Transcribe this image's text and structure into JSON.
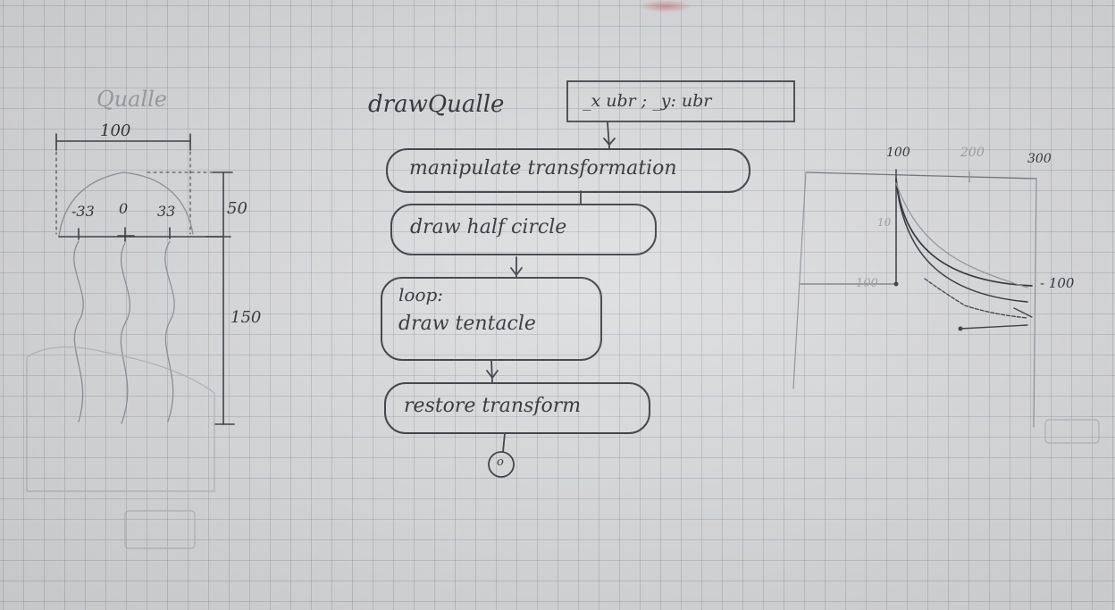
{
  "jellyfish_sketch": {
    "title": "Qualle",
    "width_label": "100",
    "x_labels": [
      "-33",
      "0",
      "33"
    ],
    "dome_height_label": "50",
    "tentacle_length_label": "150"
  },
  "flowchart": {
    "function_name": "drawQualle",
    "params": "_x ubr ; _y: ubr",
    "steps": [
      "manipulate transformation",
      "draw half circle",
      "loop:",
      "draw tentacle",
      "restore transform"
    ],
    "end_symbol": "o"
  },
  "graph_sketch": {
    "x_ticks": [
      "100",
      "200",
      "300"
    ],
    "y_tick": "10",
    "left_mark": "100",
    "right_mark": "- 100"
  },
  "colors": {
    "ink": "#2d2f36",
    "faint_pencil": "#9b9ea5",
    "paper": "#dcdde0",
    "grid": "#8a8e97"
  }
}
